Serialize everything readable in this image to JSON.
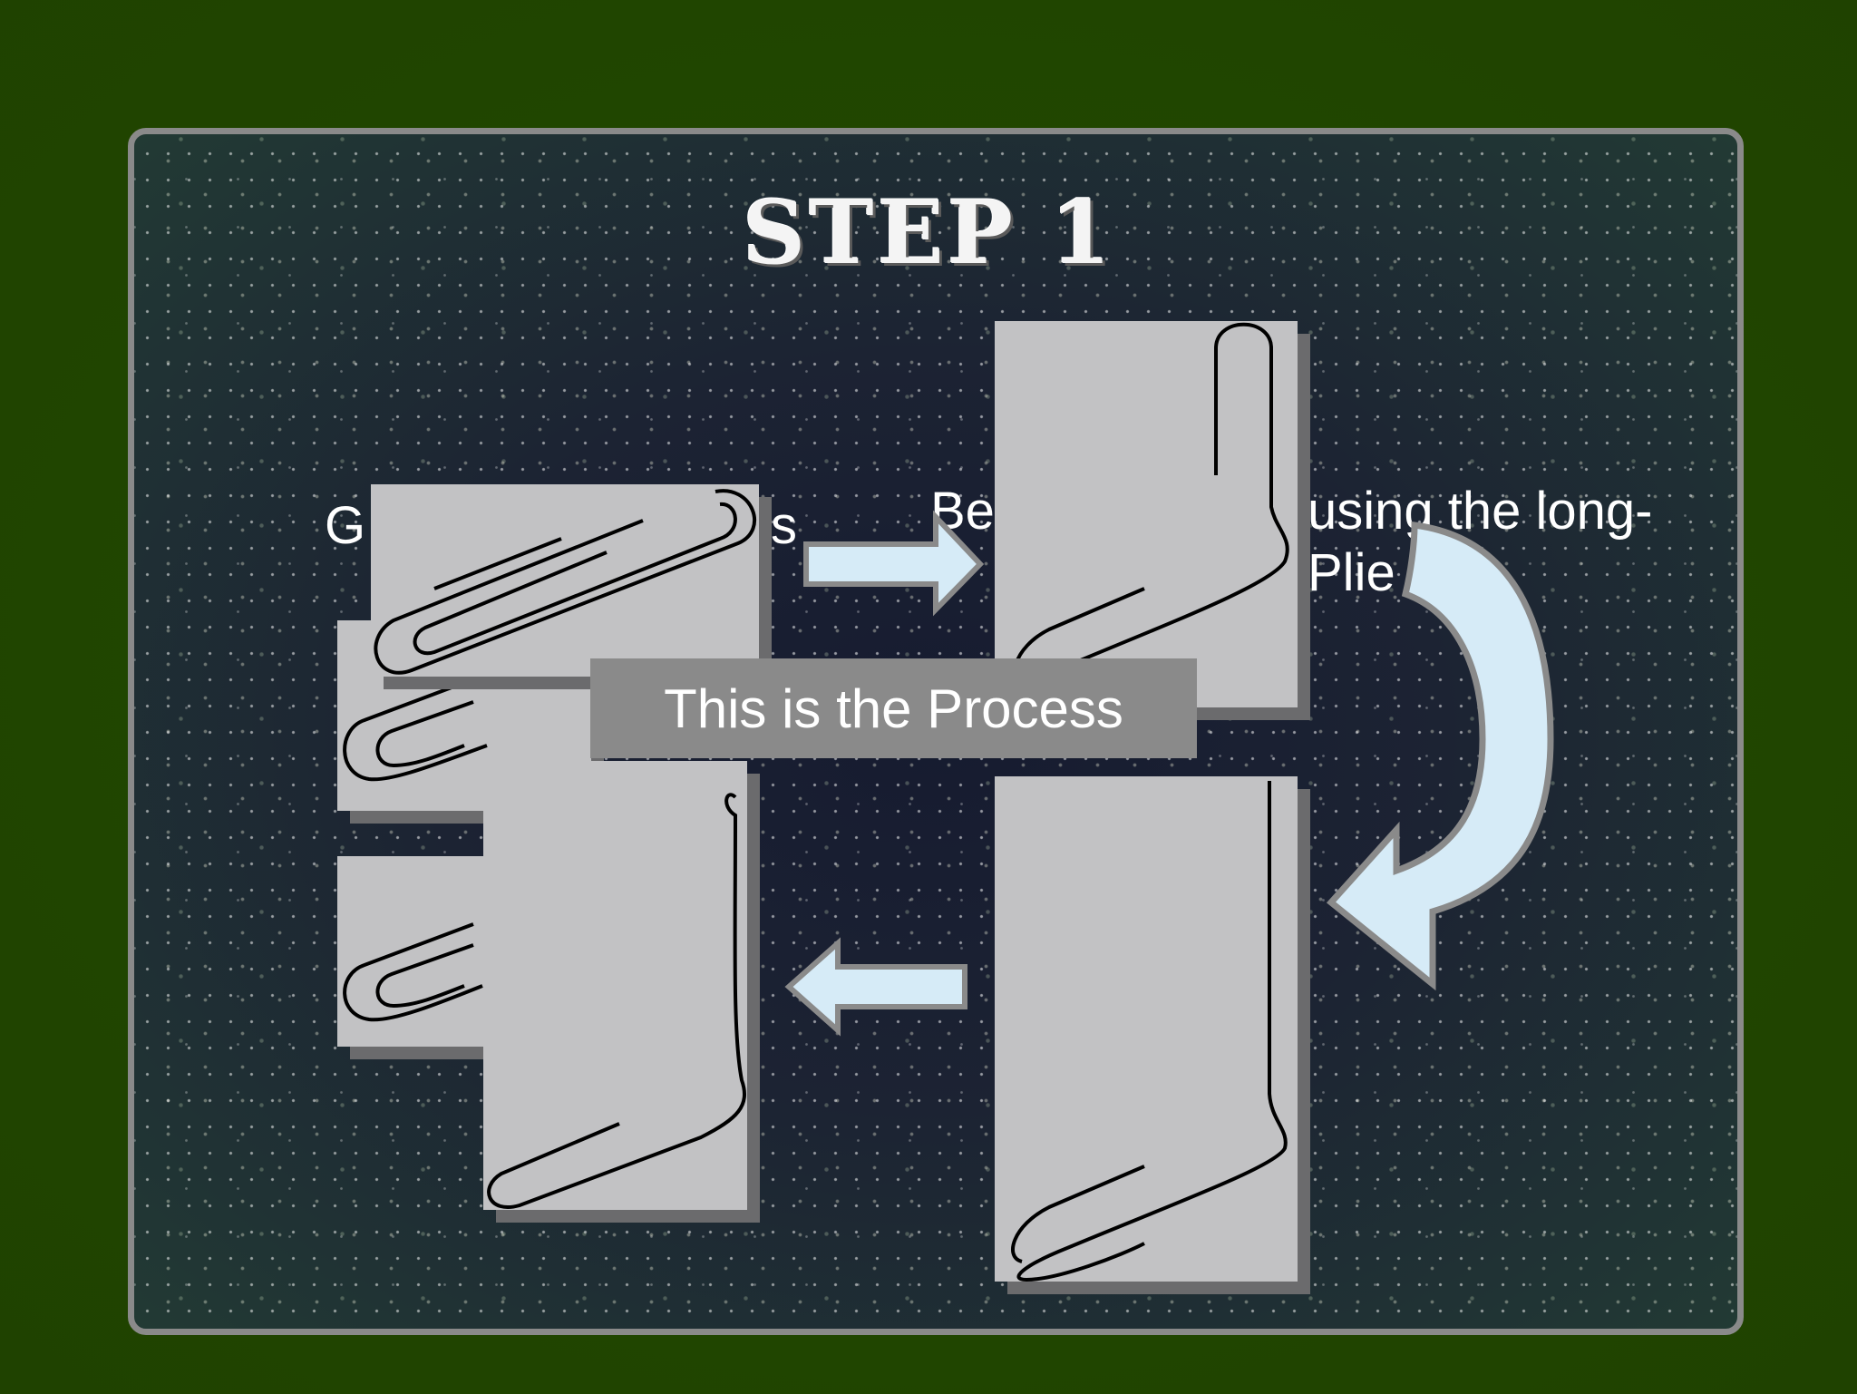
{
  "slide": {
    "title": "STEP 1",
    "texts": {
      "left_fragment_a": "G",
      "left_fragment_b": "s",
      "middle_fragment": "Be",
      "right_line_1": "using the long-",
      "right_line_2": "Plie"
    },
    "banner": "This is the Process"
  },
  "colors": {
    "outer_background": "#214700",
    "slide_background": "#1f2a32",
    "slide_border": "#8a8a8a",
    "card": "#c2c2c4",
    "card_shadow": "#6b6b6d",
    "arrow_fill": "#d6ebf7",
    "arrow_stroke": "#8a8a8a",
    "banner": "#8a8a8a"
  },
  "icons": [
    "paperclip-icon",
    "bent-paperclip-icon",
    "right-arrow-icon",
    "left-arrow-icon",
    "curved-arrow-icon"
  ]
}
